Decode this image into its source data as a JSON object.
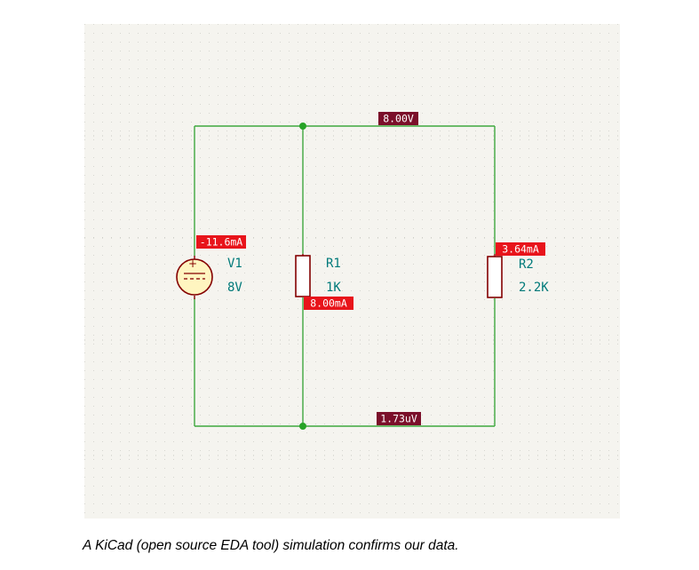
{
  "colors": {
    "sheet_background": "#f5f4ef",
    "wire": "#3fa83f",
    "junction": "#27a327",
    "component_outline": "#840000",
    "source_fill": "#fff5c0",
    "designator_text": "#007a7a",
    "voltage_probe_bg": "#7b0f2a",
    "current_probe_bg": "#e8141b",
    "probe_text": "#ffffff"
  },
  "components": {
    "v1": {
      "designator": "V1",
      "value": "8V",
      "symbol": "dc-voltage-source"
    },
    "r1": {
      "designator": "R1",
      "value": "1K",
      "symbol": "resistor"
    },
    "r2": {
      "designator": "R2",
      "value": "2.2K",
      "symbol": "resistor"
    }
  },
  "probes": {
    "top_net_voltage": "8.00V",
    "bottom_net_voltage": "1.73uV",
    "v1_current": "-11.6mA",
    "r1_current": "8.00mA",
    "r2_current": "3.64mA"
  },
  "source_polarity": "+",
  "caption": "A KiCad (open source EDA tool) simulation confirms our data."
}
